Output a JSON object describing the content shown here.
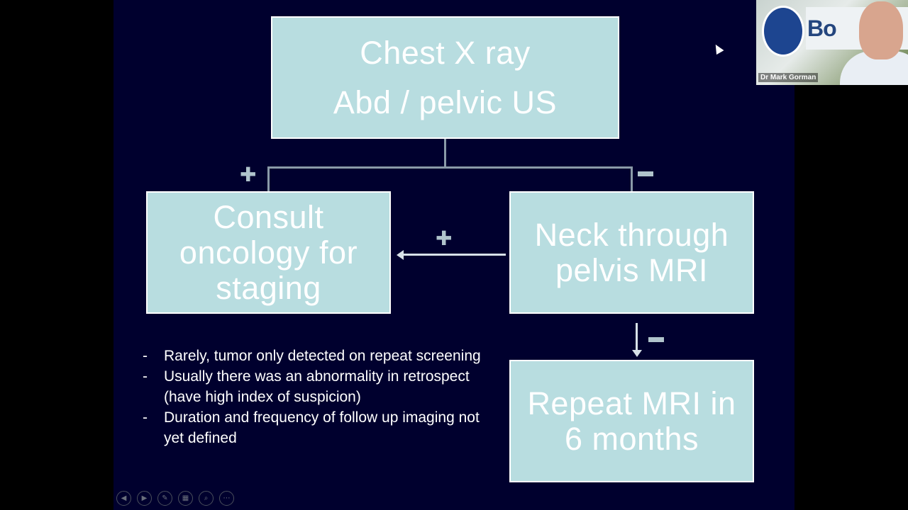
{
  "slide": {
    "boxes": {
      "top": {
        "line1": "Chest X ray",
        "line2": "Abd / pelvic US"
      },
      "consult": {
        "line1": "Consult",
        "line2": "oncology for",
        "line3": "staging"
      },
      "mri": {
        "line1": "Neck through",
        "line2": "pelvis MRI"
      },
      "repeat": {
        "line1": "Repeat MRI in",
        "line2": "6 months"
      }
    },
    "signs": {
      "plus": "✚",
      "minus": "−"
    },
    "bullets": [
      "Rarely, tumor only detected on repeat screening",
      "Usually there was an abnormality in retrospect (have high index of suspicion)",
      "Duration and frequency of follow up imaging not yet defined"
    ]
  },
  "controls": {
    "icons": [
      "previous-slide-icon",
      "next-slide-icon",
      "pen-icon",
      "slide-grid-icon",
      "zoom-icon",
      "more-options-icon"
    ],
    "glyphs": [
      "◀",
      "▶",
      "✎",
      "▦",
      "⌕",
      "⋯"
    ]
  },
  "video": {
    "participant_name": "Dr Mark Gorman",
    "background_sign_text": "Bo"
  },
  "colors": {
    "slide_background": "#00002e",
    "box_fill": "#b8dde0",
    "box_text": "#ffffff",
    "connector": "#8a9aa8"
  }
}
